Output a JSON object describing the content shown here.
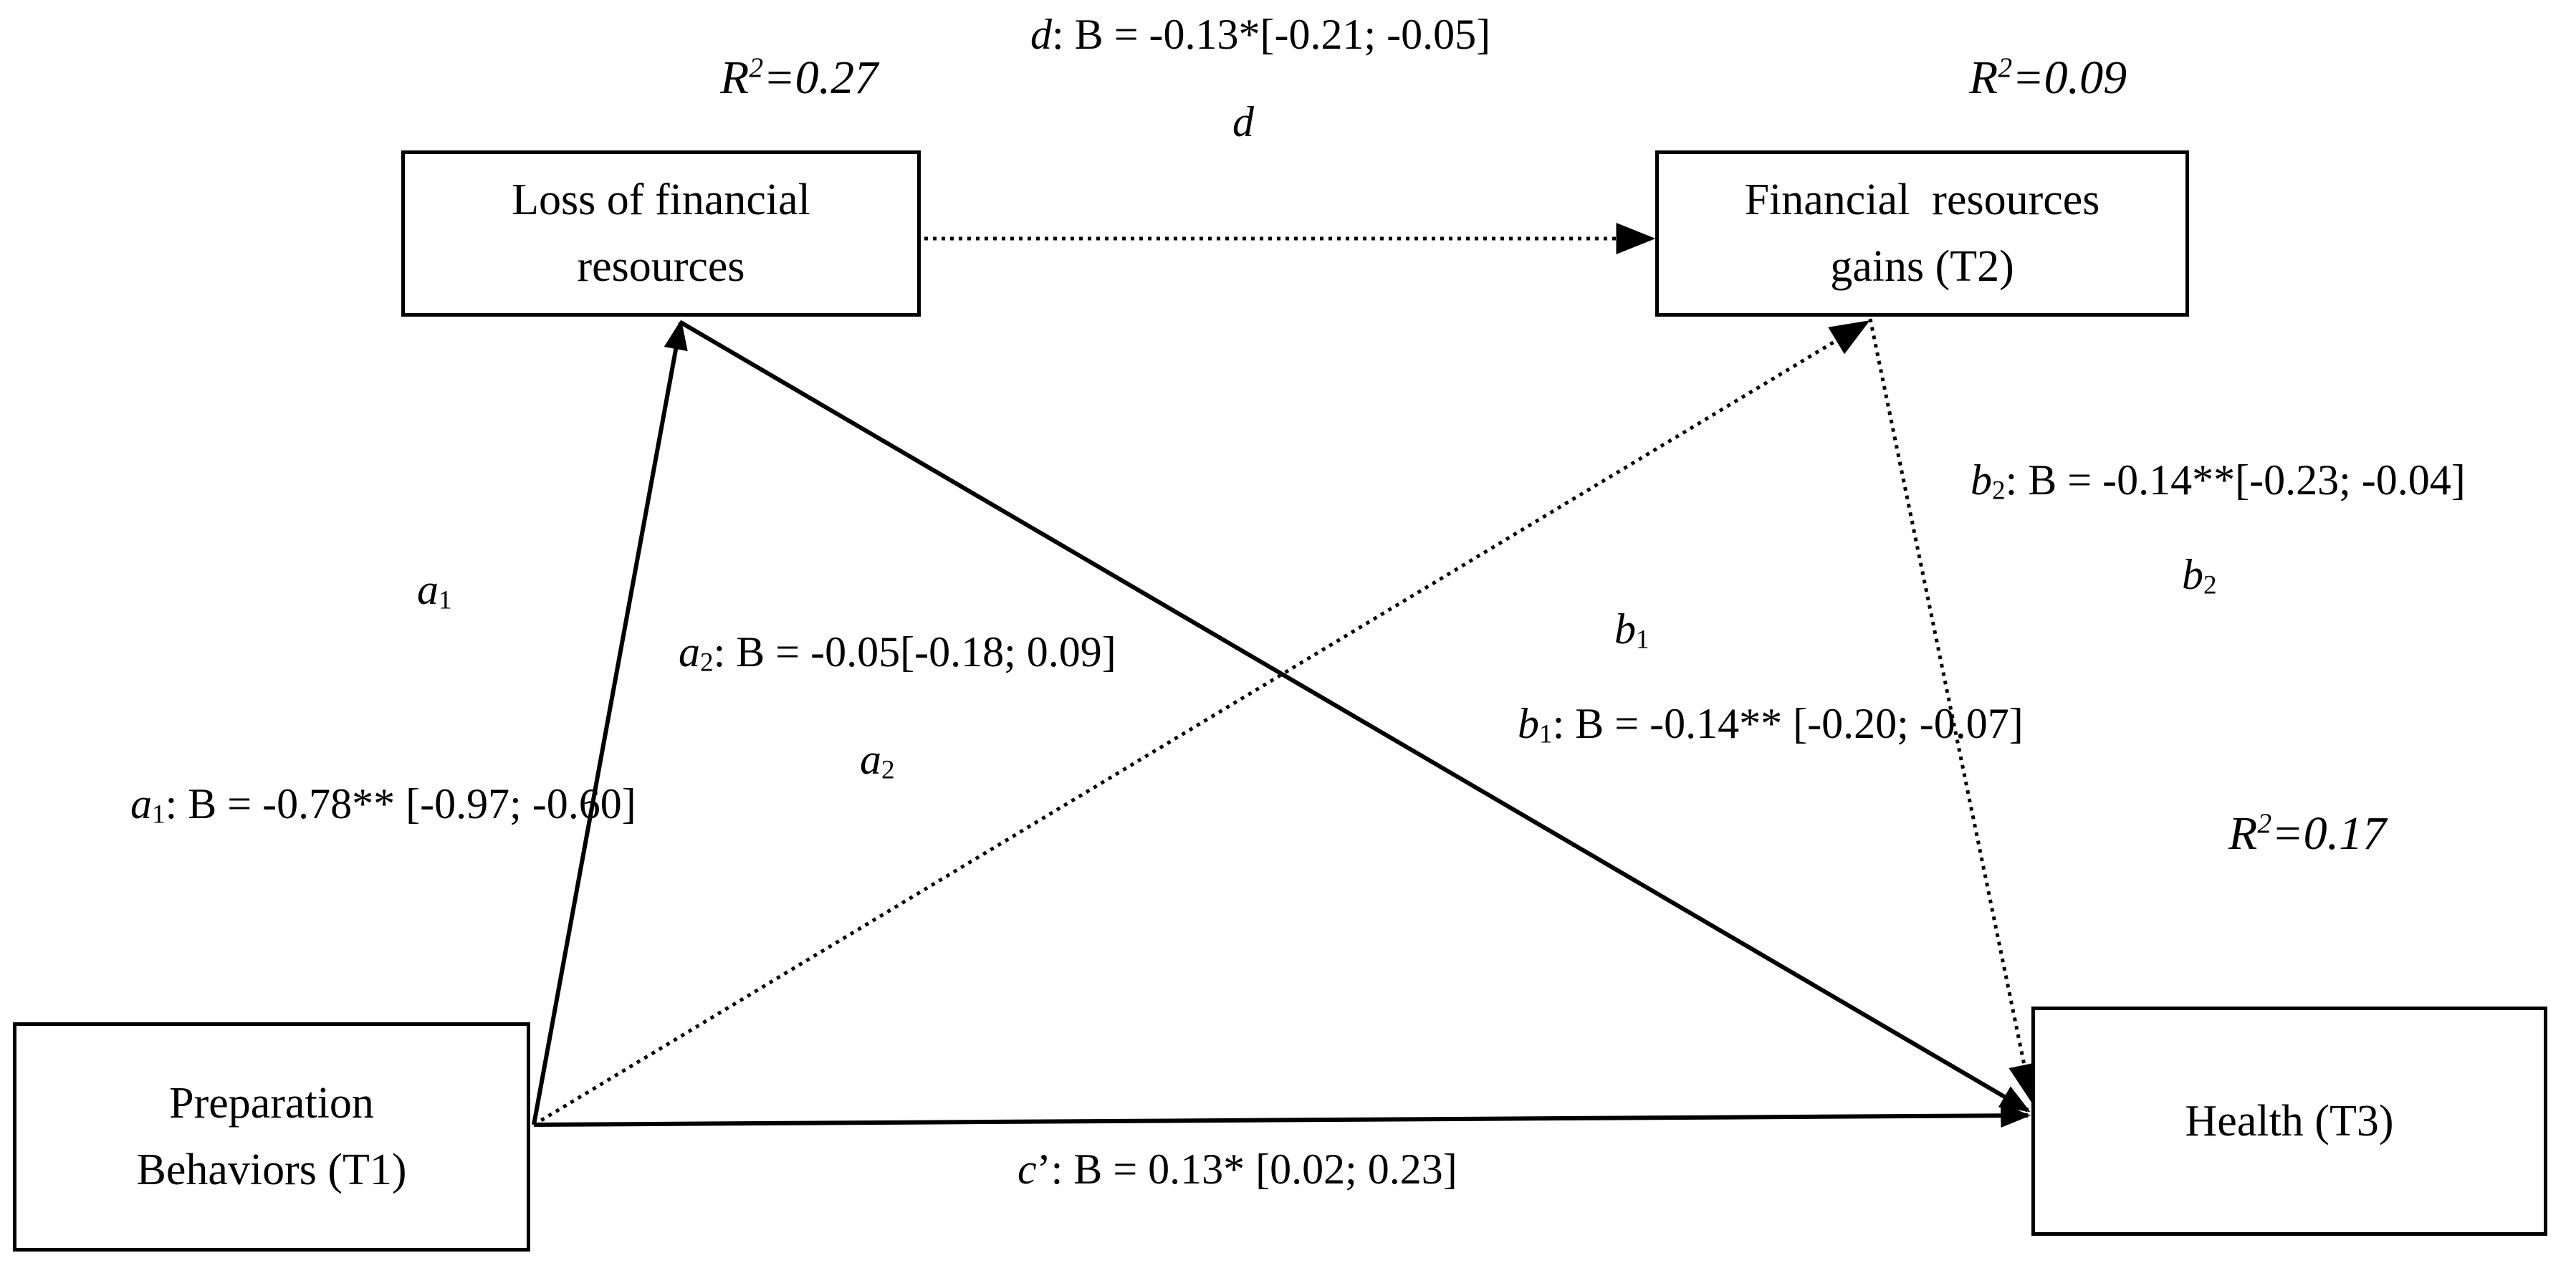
{
  "nodes": {
    "loss": {
      "label": "Loss of financial\nresources",
      "r2": "0.27"
    },
    "gains": {
      "label": "Financial  resources\ngains (T2)",
      "r2": "0.09"
    },
    "prep": {
      "label": "Preparation\nBehaviors (T1)"
    },
    "health": {
      "label": "Health (T3)",
      "r2": "0.17"
    }
  },
  "r2_prefix": "R",
  "r2_sup": "2",
  "r2_eq": "=",
  "paths": {
    "d": {
      "letter": "d",
      "sub": "",
      "stat": ": B = -0.13*[-0.21; -0.05]",
      "style": "dotted"
    },
    "a1": {
      "letter": "a",
      "sub": "1",
      "stat": ": B = -0.78** [-0.97; -0.60]",
      "style": "solid"
    },
    "a2": {
      "letter": "a",
      "sub": "2",
      "stat": ": B = -0.05[-0.18; 0.09]",
      "style": "dotted"
    },
    "b1": {
      "letter": "b",
      "sub": "1",
      "stat": ": B = -0.14** [-0.20; -0.07]",
      "style": "solid"
    },
    "b2": {
      "letter": "b",
      "sub": "2",
      "stat": ": B = -0.14**[-0.23; -0.04]",
      "style": "dotted"
    },
    "c": {
      "letter": "c",
      "sub": "",
      "prime": "’",
      "stat": ": B = 0.13* [0.02; 0.23]",
      "style": "solid"
    }
  },
  "colors": {
    "line": "#000000",
    "background": "#ffffff"
  }
}
